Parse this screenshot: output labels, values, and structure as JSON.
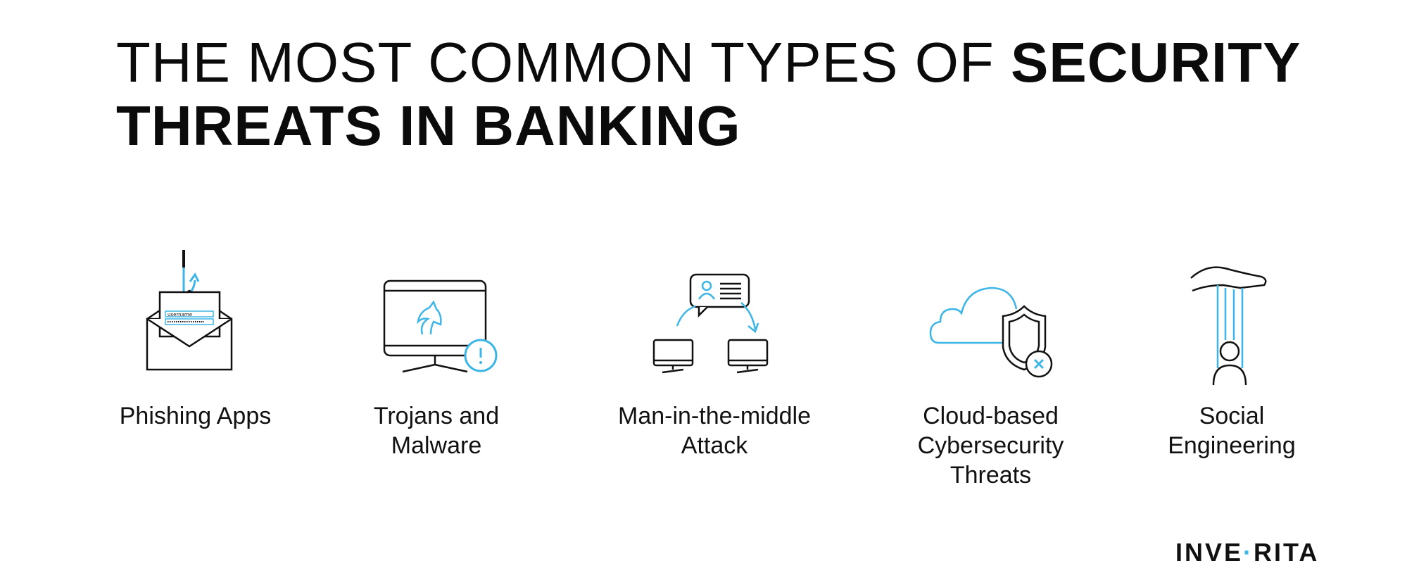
{
  "title": {
    "light": "THE MOST COMMON TYPES OF ",
    "bold": "SECURITY THREATS IN BANKING"
  },
  "items": [
    {
      "label": "Phishing Apps",
      "icon": "phishing-email-icon"
    },
    {
      "label": "Trojans and Malware",
      "icon": "trojan-monitor-icon"
    },
    {
      "label": "Man-in-the-middle Attack",
      "icon": "man-in-the-middle-icon"
    },
    {
      "label": "Cloud-based Cybersecurity Threats",
      "icon": "cloud-shield-icon"
    },
    {
      "label": "Social Engineering",
      "icon": "puppet-hand-icon"
    }
  ],
  "phishing_field_text": "username",
  "brand": {
    "before": "INVE",
    "dot": "·",
    "after": "RITA"
  },
  "colors": {
    "accent": "#3db5e6",
    "ink": "#111111",
    "background": "#ffffff"
  }
}
